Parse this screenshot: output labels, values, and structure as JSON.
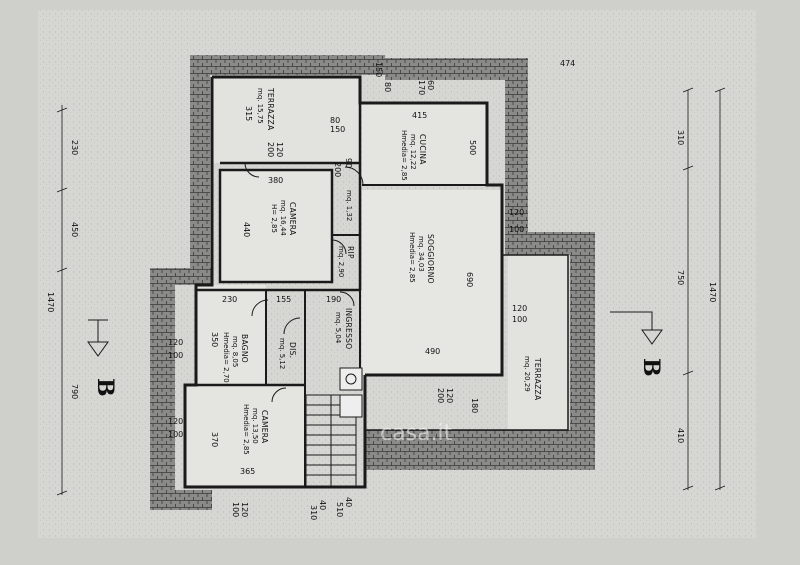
{
  "sheet_note": "474",
  "rooms": {
    "terrazza_top": {
      "name": "TERRAZZA",
      "area": "mq. 15,75"
    },
    "cucina": {
      "name": "CUCINA",
      "area": "mq. 12,22",
      "height": "Hmedia= 2,85"
    },
    "camera_top": {
      "name": "CAMERA",
      "area": "mq. 16,44",
      "height": "H= 2,85"
    },
    "rip": {
      "name": "RIP",
      "area": "mq. 2,90"
    },
    "rip_small": {
      "area": "mq. 1,32"
    },
    "soggiorno": {
      "name": "SOGGIORNO",
      "area": "mq. 34,03",
      "height": "Hmedia= 2,85"
    },
    "ingresso": {
      "name": "INGRESSO",
      "area": "mq. 5,04"
    },
    "dis": {
      "name": "DIS.",
      "area": "mq. 5,12"
    },
    "bagno": {
      "name": "BAGNO",
      "area": "mq. 8,05",
      "height": "Hmedia= 2,70"
    },
    "camera_bottom": {
      "name": "CAMERA",
      "area": "mq. 13,50",
      "height": "Hmedia= 2,85"
    },
    "terrazza_right": {
      "name": "TERRAZZA",
      "area": "mq. 20,29"
    }
  },
  "section_marks": {
    "left": "B",
    "right": "B"
  },
  "dims": {
    "left_230": "230",
    "left_450": "450",
    "left_1470": "1470",
    "left_790": "790",
    "right_310": "310",
    "right_750": "750",
    "right_1470": "1470",
    "right_410": "410",
    "t_150": "150",
    "t_80a": "80",
    "t_170": "170",
    "t_60": "60",
    "t_415": "415",
    "t_80b": "80",
    "t_150b": "150",
    "t_120a": "120",
    "t_200a": "200",
    "t_315": "315",
    "t_500": "500",
    "t_380": "380",
    "t_90": "90",
    "t_200b": "200",
    "t_120b": "120",
    "t_100a": "100",
    "t_440": "440",
    "t_690": "690",
    "m_230": "230",
    "m_155": "155",
    "m_190": "190",
    "m_120r": "120",
    "m_100r": "100",
    "l_120a": "120",
    "l_100a": "100",
    "l_350": "350",
    "l_120b": "120",
    "l_100b": "100",
    "l_370": "370",
    "m_490": "490",
    "m_120c": "120",
    "m_200c": "200",
    "m_180": "180",
    "b_365": "365",
    "b_120": "120",
    "b_100": "100",
    "b_40a": "40",
    "b_310": "310",
    "b_40b": "40",
    "b_510": "510"
  },
  "watermark": "casa.it"
}
